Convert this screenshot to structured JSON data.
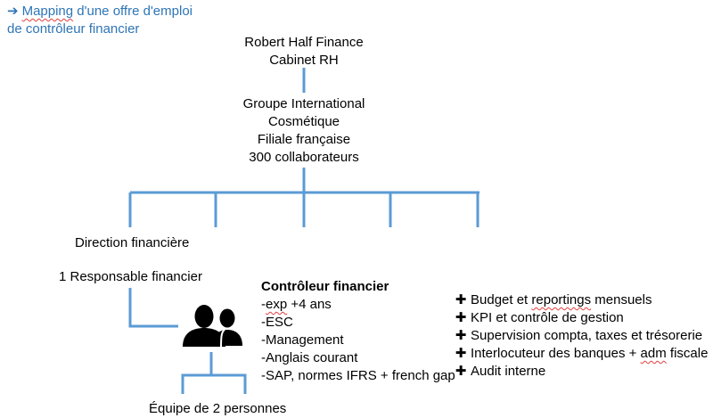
{
  "title": {
    "line1_prefix": "Mapping",
    "line1_suffix": " d'une offre d'emploi",
    "line2": "de contrôleur financier",
    "arrow_icon": "right-arrow-icon",
    "color": "#2e75b6"
  },
  "top_node": {
    "line1": "Robert Half Finance",
    "line2": "Cabinet RH"
  },
  "company_node": {
    "line1": "Groupe International",
    "line2": "Cosmétique",
    "line3": "Filiale française",
    "line4": "300 collaborateurs"
  },
  "direction": {
    "label": "Direction financière",
    "responsable": "1 Responsable financier"
  },
  "profile": {
    "title": "Contrôleur financier",
    "requirements": [
      {
        "prefix": "-",
        "underlined": "exp",
        "rest": " +4 ans"
      },
      {
        "prefix": "-",
        "underlined": "",
        "rest": "ESC"
      },
      {
        "prefix": "-",
        "underlined": "",
        "rest": "Management"
      },
      {
        "prefix": "-",
        "underlined": "",
        "rest": "Anglais courant"
      },
      {
        "prefix": "-",
        "underlined": "",
        "rest": "SAP, normes IFRS + french gap"
      }
    ],
    "icon": "people-icon"
  },
  "team": {
    "label": "Équipe de 2 personnes"
  },
  "missions": [
    {
      "pre": "Budget et ",
      "wavy": "reportings",
      "post": " mensuels"
    },
    {
      "pre": "KPI et contrôle de gestion",
      "wavy": "",
      "post": ""
    },
    {
      "pre": "Supervision compta, taxes et trésorerie",
      "wavy": "",
      "post": ""
    },
    {
      "pre": "Interlocuteur des banques + ",
      "wavy": "adm",
      "post": " fiscale"
    },
    {
      "pre": "Audit interne",
      "wavy": "",
      "post": ""
    }
  ],
  "colors": {
    "connector": "#5b9bd5",
    "text": "#000000"
  }
}
